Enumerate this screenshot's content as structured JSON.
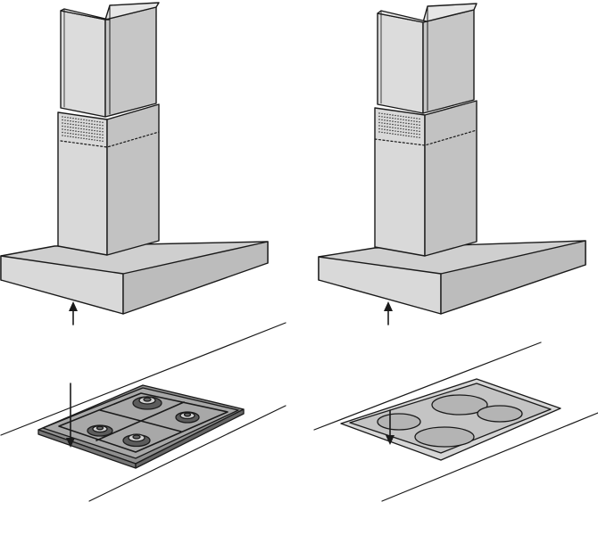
{
  "figure": {
    "panels": [
      {
        "id": "gas",
        "appliance": "hood",
        "hob_type": "gas",
        "burners": 4
      },
      {
        "id": "electric",
        "appliance": "hood",
        "hob_type": "ceramic-electric",
        "zones": 4
      }
    ],
    "colors": {
      "line": "#1a1a1a",
      "steel_front": "#d9d9d9",
      "steel_side": "#bcbcbc",
      "steel_top": "#cfcfcf",
      "hob_gas": "#a8a8a8",
      "hob_glass": "#cfcfcf",
      "zone": "#b4b4b4",
      "background": "#ffffff"
    },
    "icons": [
      "arrow-up-icon",
      "arrow-down-icon"
    ]
  }
}
